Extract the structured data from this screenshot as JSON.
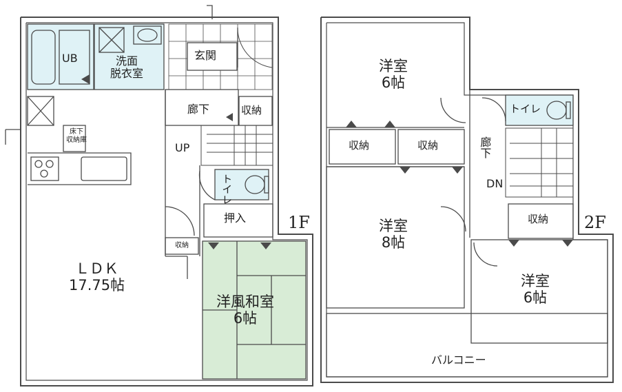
{
  "floor1": {
    "label": "1F",
    "rooms": {
      "ub": "UB",
      "washroom_line1": "洗面",
      "washroom_line2": "脱衣室",
      "entrance": "玄関",
      "hall": "廊下",
      "storage_hall": "収納",
      "stairs_up": "UP",
      "toilet": "トイレ",
      "oshiire": "押入",
      "storage_small": "収納",
      "underfloor_line1": "床下",
      "underfloor_line2": "収納庫",
      "ldk_line1": "ＬＤＫ",
      "ldk_line2": "17.75帖",
      "japanese_line1": "洋風和室",
      "japanese_line2": "6帖"
    }
  },
  "floor2": {
    "label": "2F",
    "rooms": {
      "western_a_line1": "洋室",
      "western_a_line2": "6帖",
      "storage_a": "収納",
      "storage_b": "収納",
      "western_b_line1": "洋室",
      "western_b_line2": "8帖",
      "hall": "廊下",
      "stairs_dn": "DN",
      "toilet": "トイレ",
      "storage_c": "収納",
      "western_c_line1": "洋室",
      "western_c_line2": "6帖",
      "balcony": "バルコニー"
    }
  },
  "colors": {
    "wall": "#4a4a4a",
    "wet_area": "#dff2f6",
    "tatami": "#d8ecd6",
    "line": "#555555"
  }
}
